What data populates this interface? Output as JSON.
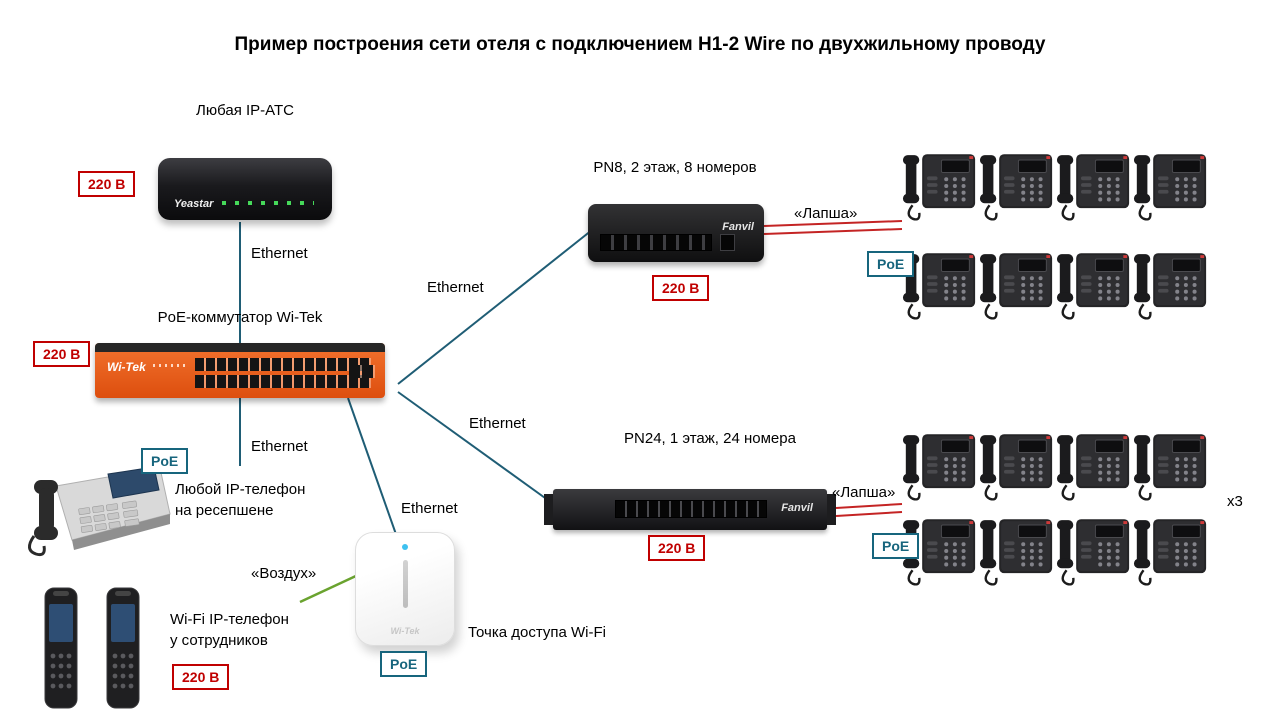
{
  "title": "Пример построения сети отеля с подключением H1-2 Wire по двухжильному проводу",
  "labels": {
    "ethernet": "Ethernet",
    "noodle": "«Лапша»",
    "air": "«Воздух»",
    "power": "220 В",
    "poe": "PoE",
    "multiplier": "x3"
  },
  "devices": {
    "pbx": {
      "label": "Любая IP-АТС",
      "brand": "Yeastar"
    },
    "core_switch": {
      "label": "PoE-коммутатор Wi-Tek",
      "brand": "Wi-Tek"
    },
    "pn8": {
      "label": "PN8, 2 этаж, 8 номеров",
      "brand": "Fanvil",
      "phone_count": 8
    },
    "pn24": {
      "label": "PN24, 1 этаж, 24 номера",
      "brand": "Fanvil",
      "phone_count": 8
    },
    "reception_phone": {
      "label": "Любой IP-телефон\nна ресепшене"
    },
    "wifi_ap": {
      "label": "Точка доступа Wi-Fi",
      "brand": "Wi-Tek"
    },
    "wifi_phones": {
      "label": "Wi-Fi IP-телефон\nу сотрудников"
    }
  },
  "colors": {
    "power_badge": "#c00000",
    "poe_badge": "#17657d",
    "ethernet_line": "#1f5d75",
    "noodle_line": "#c42424",
    "air_line": "#6aa32f",
    "switch_orange": "#e8541d"
  }
}
